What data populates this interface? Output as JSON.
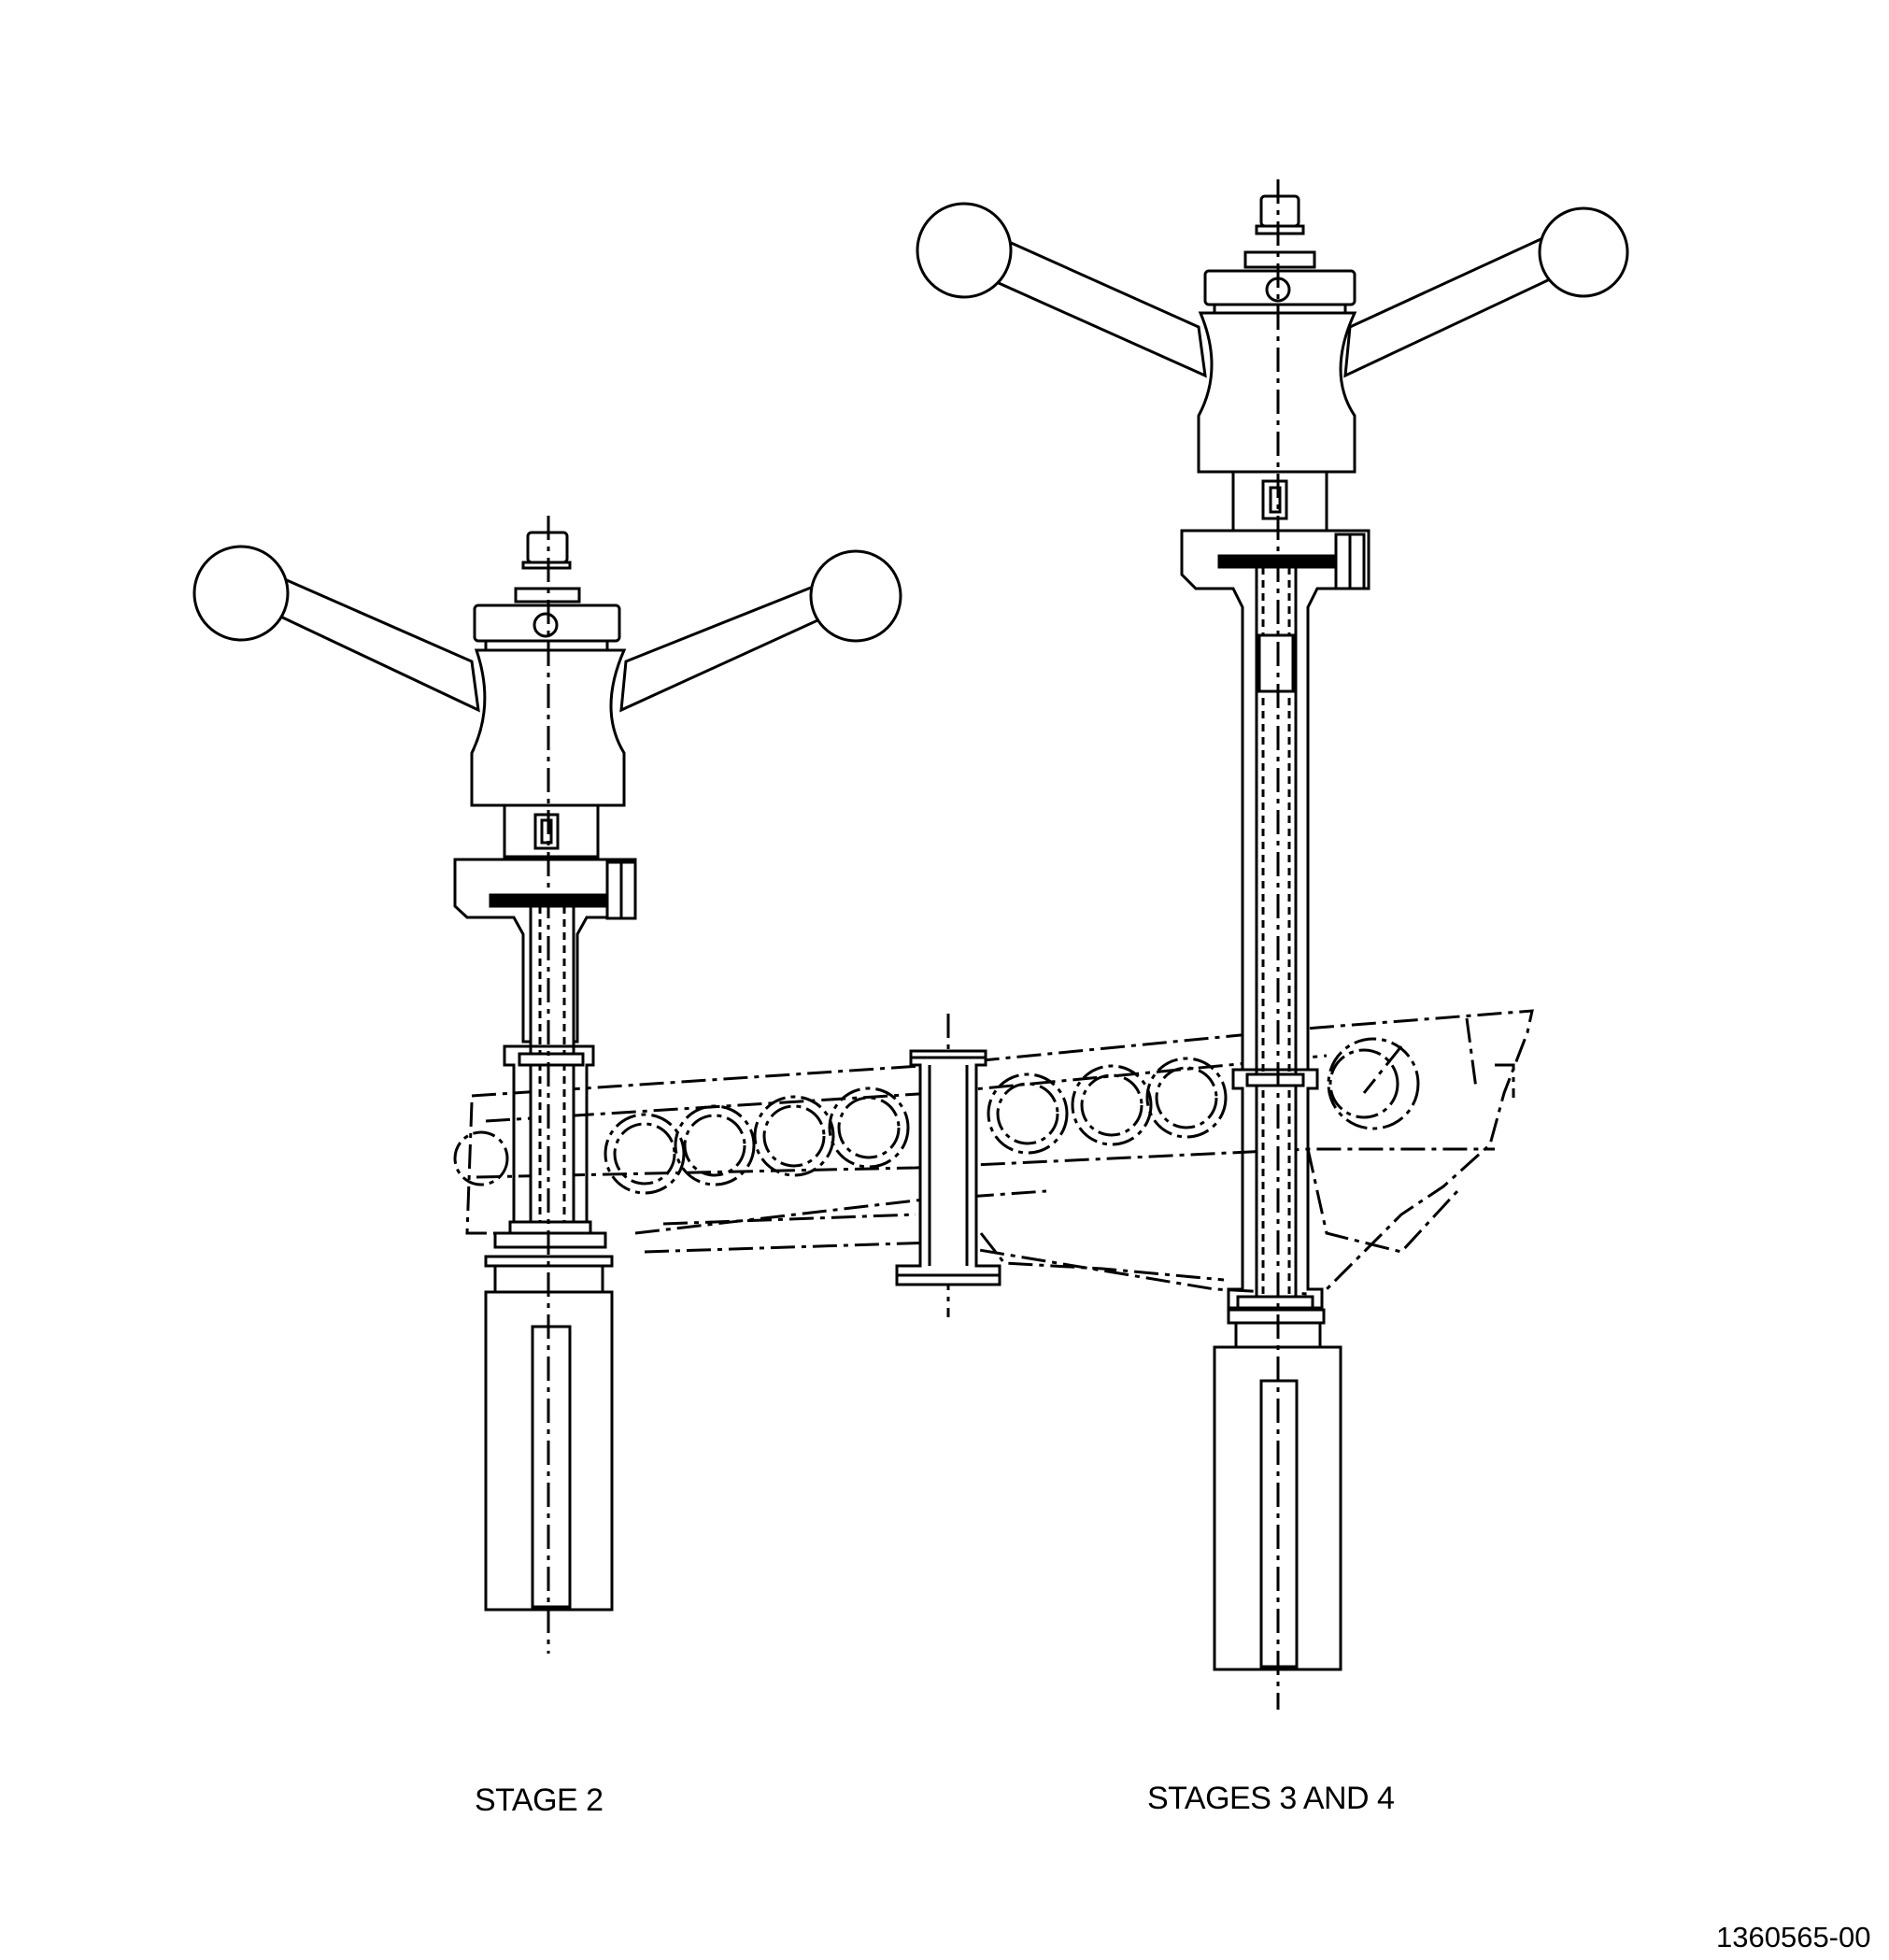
{
  "figure": {
    "caption_left": "STAGE 2",
    "caption_right": "STAGES 3 AND 4",
    "document_number": "1360565-00"
  },
  "colors": {
    "line": "#000000",
    "background": "#ffffff"
  }
}
